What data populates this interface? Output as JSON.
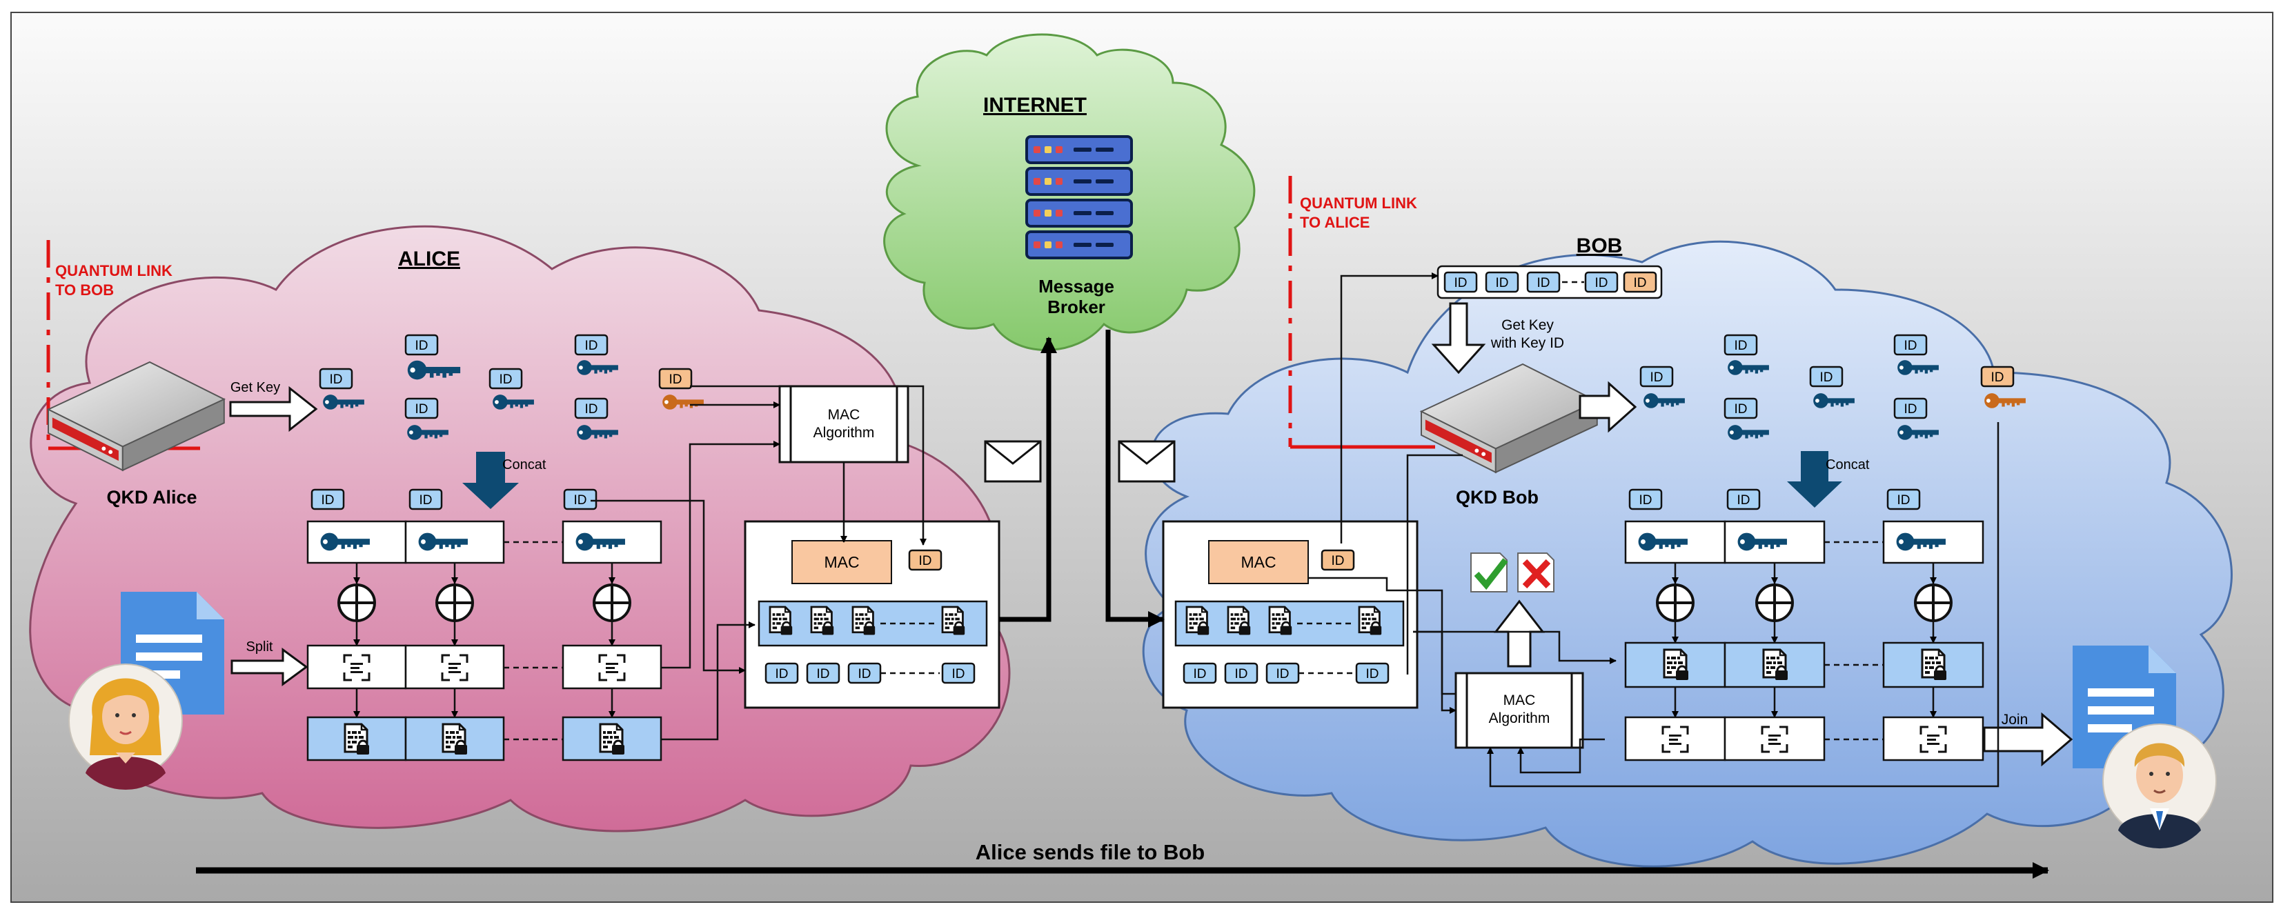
{
  "colors": {
    "alice_cloud": "#d98fae",
    "bob_cloud": "#8fb2e6",
    "internet_cloud": "#9ed68a",
    "key_dark": "#0d4a72",
    "key_orange": "#c96a1c",
    "id_blue": "#a8d2f5",
    "id_orange": "#f6c08e",
    "mac_orange": "#f9c7a0",
    "quantum_red": "#e01414",
    "cell_blue": "#a7cdf4"
  },
  "internet": {
    "title": "INTERNET",
    "broker_label": "Message\nBroker"
  },
  "alice": {
    "title": "ALICE",
    "quantum_link": "QUANTUM LINK\nTO BOB",
    "qkd_label": "QKD Alice",
    "get_key": "Get Key",
    "concat": "Concat",
    "split": "Split",
    "mac_algorithm": "MAC\nAlgorithm",
    "mac": "MAC"
  },
  "bob": {
    "title": "BOB",
    "quantum_link": "QUANTUM LINK\nTO ALICE",
    "qkd_label": "QKD Bob",
    "get_key_with_id": "Get Key\nwith Key ID",
    "concat": "Concat",
    "join": "Join",
    "mac_algorithm": "MAC\nAlgorithm",
    "mac": "MAC"
  },
  "id_tag": "ID",
  "bottom_caption": "Alice sends file to Bob",
  "icons": [
    "qkd-device-icon",
    "key-icon",
    "document-icon",
    "encrypted-file-icon",
    "scan-document-icon",
    "xor-icon",
    "envelope-icon",
    "server-rack-icon",
    "check-icon",
    "cross-icon",
    "alice-avatar-icon",
    "bob-avatar-icon"
  ]
}
